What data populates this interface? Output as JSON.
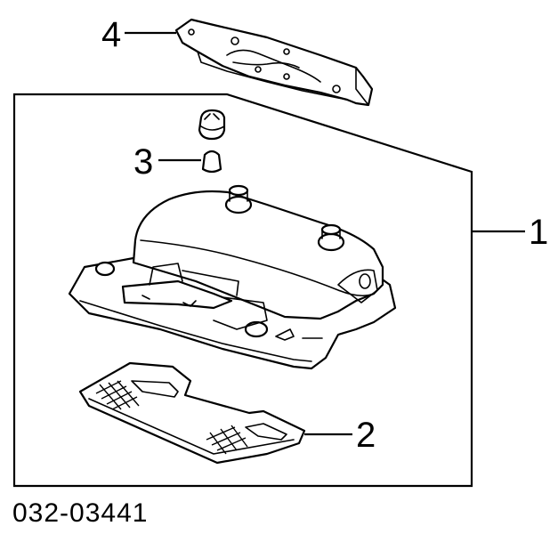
{
  "catalog_number": "032-03441",
  "callouts": [
    {
      "label": "1",
      "part": "overhead-light-assembly"
    },
    {
      "label": "2",
      "part": "lens"
    },
    {
      "label": "3",
      "part": "bulb"
    },
    {
      "label": "4",
      "part": "mounting-bracket"
    }
  ]
}
